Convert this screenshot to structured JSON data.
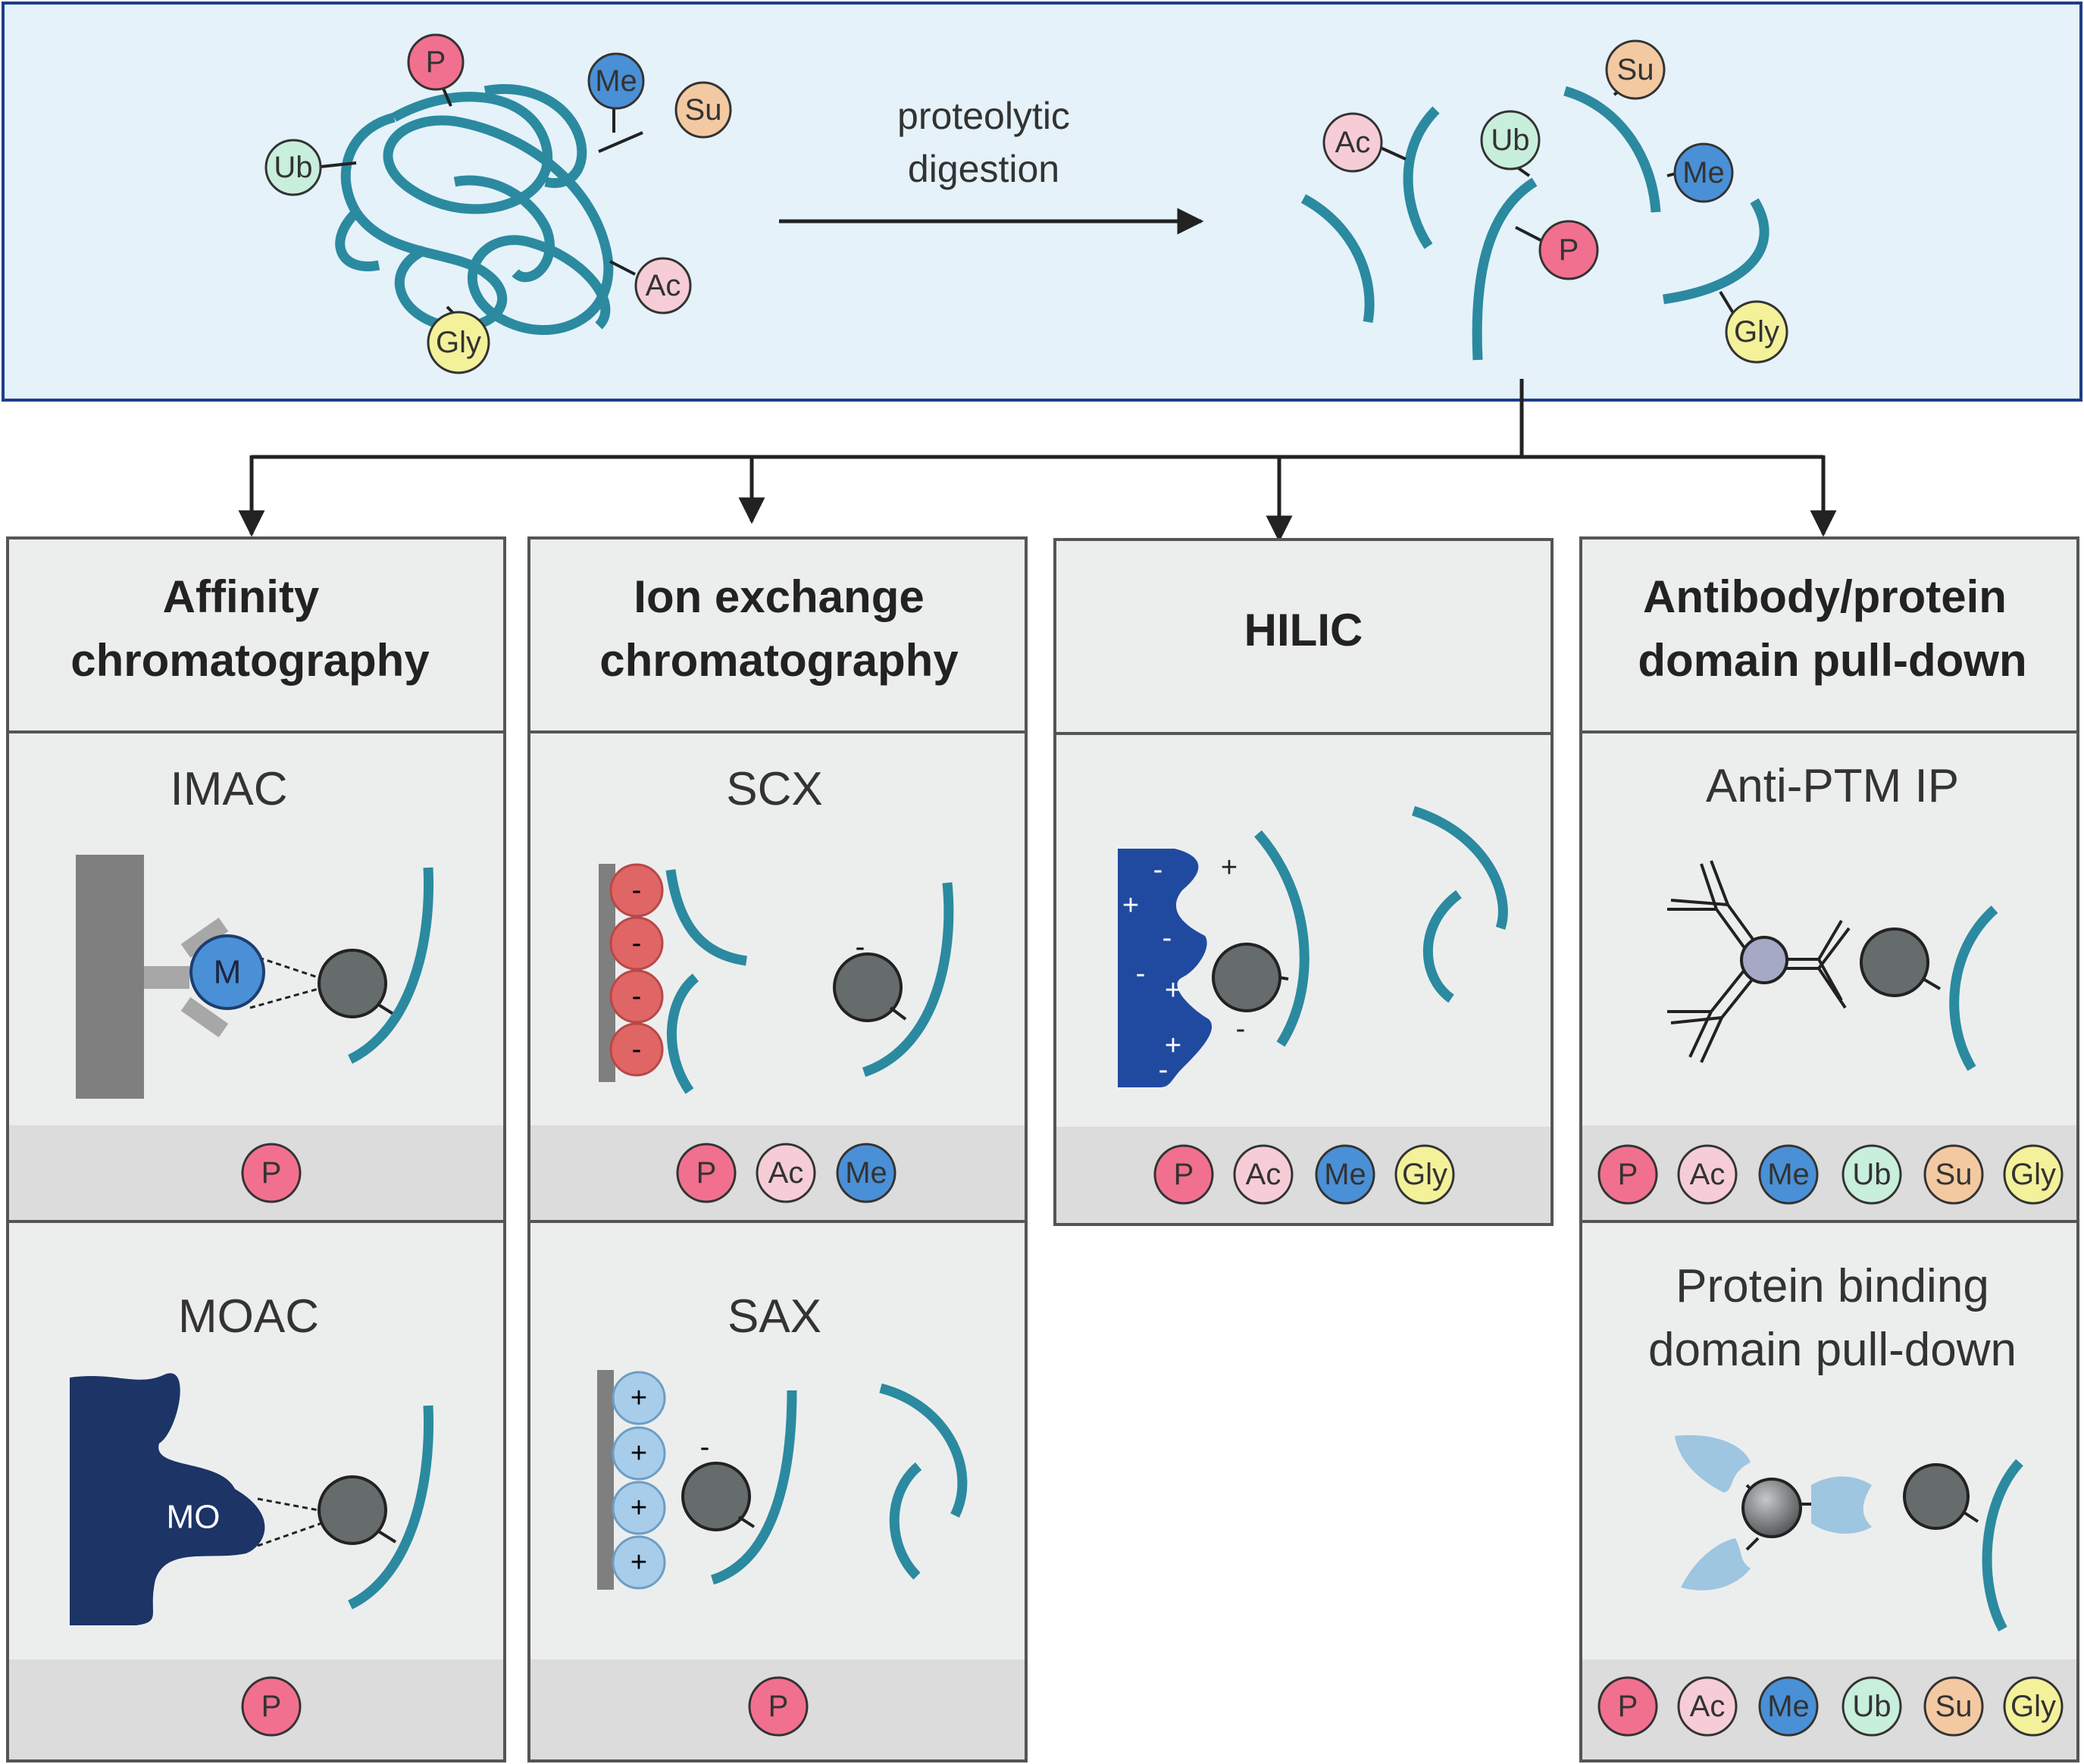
{
  "ptm_colors": {
    "P": "#f2708f",
    "Ac": "#f6cdd6",
    "Me": "#4a90d6",
    "Ub": "#c8eedc",
    "Su": "#f3c9a1",
    "Gly": "#f3f19a"
  },
  "accent": {
    "peptide": "#2b8aa0",
    "top_background": "#e5f2f9",
    "top_border": "#1f3d8a",
    "imac_metal": "#4a90d6",
    "moac_oxide": "#1c3466",
    "scx_bead": "#e06565",
    "sax_bead": "#a8cdeb",
    "hilic_phase": "#1f4aa0",
    "binding_domain": "#9ec6e0",
    "antibody_center": "#a6a9c6"
  },
  "top": {
    "arrow_label_line1": "proteolytic",
    "arrow_label_line2": "digestion",
    "protein_ptms": [
      "P",
      "Me",
      "Su",
      "Ub",
      "Ac",
      "Gly"
    ],
    "peptide_ptms": [
      "Su",
      "Ac",
      "Ub",
      "Me",
      "P",
      "Gly"
    ]
  },
  "sections": {
    "affinity": {
      "title_line1": "Affinity",
      "title_line2": "chromatography",
      "imac": {
        "label": "IMAC",
        "metal_label": "M",
        "ptms": [
          "P"
        ]
      },
      "moac": {
        "label": "MOAC",
        "oxide_label": "MO",
        "ptms": [
          "P"
        ]
      }
    },
    "ion_exchange": {
      "title_line1": "Ion exchange",
      "title_line2": "chromatography",
      "scx": {
        "label": "SCX",
        "ptms": [
          "P",
          "Ac",
          "Me"
        ]
      },
      "sax": {
        "label": "SAX",
        "ptms": [
          "P"
        ]
      }
    },
    "hilic": {
      "title": "HILIC",
      "ptms": [
        "P",
        "Ac",
        "Me",
        "Gly"
      ]
    },
    "antibody": {
      "title_line1": "Antibody/protein",
      "title_line2": "domain pull-down",
      "anti_ptm": {
        "label": "Anti-PTM IP",
        "ptms": [
          "P",
          "Ac",
          "Me",
          "Ub",
          "Su",
          "Gly"
        ]
      },
      "domain": {
        "label_line1": "Protein binding",
        "label_line2": "domain pull-down",
        "ptms": [
          "P",
          "Ac",
          "Me",
          "Ub",
          "Su",
          "Gly"
        ]
      }
    }
  },
  "charges": {
    "plus": "+",
    "minus": "-"
  }
}
